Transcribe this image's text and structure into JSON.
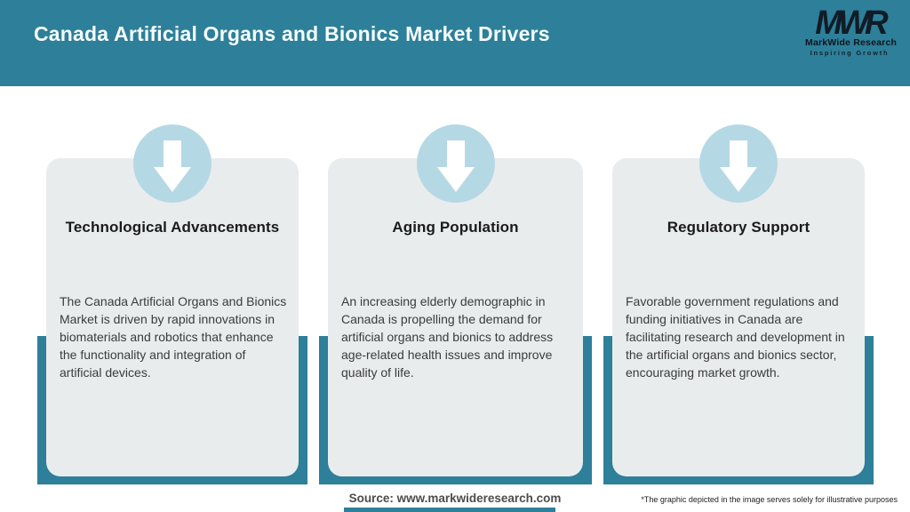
{
  "header": {
    "title": "Canada Artificial Organs and Bionics Market Drivers",
    "logo": {
      "acronym": "MWR",
      "name": "MarkWide Research",
      "tagline": "Inspiring Growth"
    }
  },
  "cards": [
    {
      "icon": "down-arrow-icon",
      "title": "Technological Advancements",
      "description": "The Canada Artificial Organs and Bionics Market is driven by rapid innovations in biomaterials and robotics that enhance the functionality and integration of artificial devices."
    },
    {
      "icon": "down-arrow-icon",
      "title": "Aging Population",
      "description": "An increasing elderly demographic in Canada is propelling the demand for artificial organs and bionics to address age-related health issues and improve quality of life."
    },
    {
      "icon": "down-arrow-icon",
      "title": "Regulatory Support",
      "description": "Favorable government regulations and funding initiatives in Canada are facilitating research and development in the artificial organs and bionics sector, encouraging market growth."
    }
  ],
  "footer": {
    "source": "Source: www.markwideresearch.com",
    "disclaimer": "*The graphic depicted in the image serves solely for illustrative purposes"
  },
  "colors": {
    "header_teal": "#2e7f99",
    "tray_teal": "#2e7f99",
    "circle_blue": "#b5d8e5",
    "card_gray": "#e9eced",
    "title_text": "#1b1b1b",
    "body_text": "#3b3b3b",
    "header_text": "#f6fdfd"
  }
}
